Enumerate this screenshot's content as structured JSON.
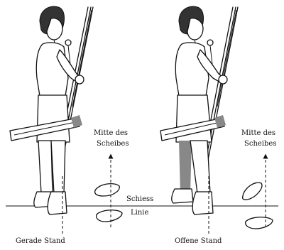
{
  "figures": [
    {
      "name": "gerade-stand",
      "caption": "Gerade Stand",
      "direction_label_line1": "Mitte des",
      "direction_label_line2": "Scheibes"
    },
    {
      "name": "offene-stand",
      "caption": "Offene Stand",
      "direction_label_line1": "Mitte des",
      "direction_label_line2": "Scheibes"
    }
  ],
  "shooting_line_label_line1": "Schiess",
  "shooting_line_label_line2": "Linie"
}
